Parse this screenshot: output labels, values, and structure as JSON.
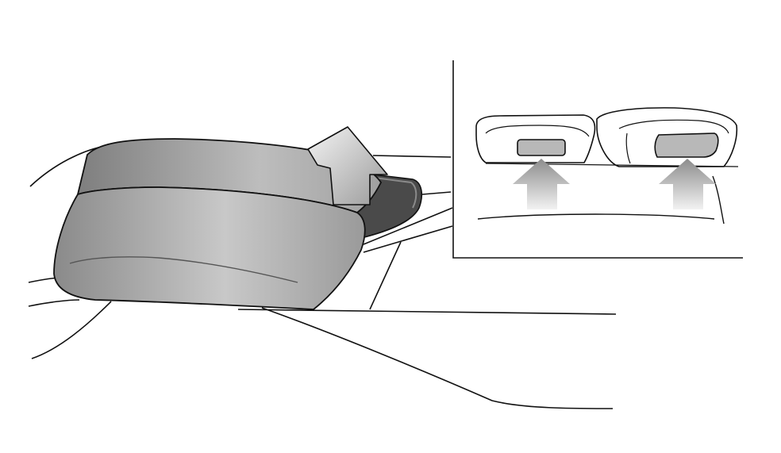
{
  "illustration": {
    "subject": "console-armrest-lid-release",
    "callout": "release-lever-detail",
    "arrows": [
      "lift-arrow-icon",
      "push-arrow-icon-left",
      "push-arrow-icon-right"
    ]
  },
  "colors": {
    "line": "#111111",
    "background": "#ffffff",
    "lid_dark": "#7a7a7a",
    "lid_mid": "#a9a9a9",
    "lid_light": "#cfcfcf",
    "button_fill": "#b8b8b8",
    "arrow_top": "#8c8c8c",
    "arrow_bottom": "#f2f2f2"
  }
}
